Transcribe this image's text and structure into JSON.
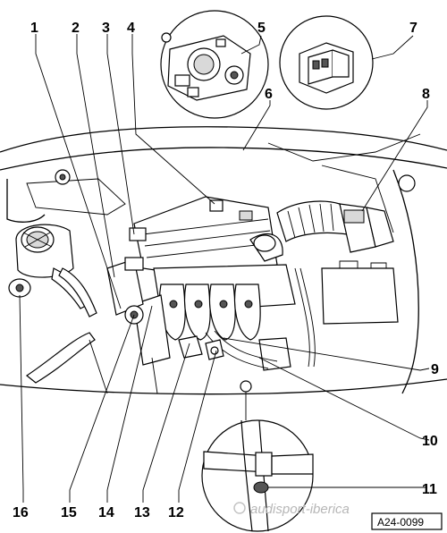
{
  "callouts": [
    "1",
    "2",
    "3",
    "4",
    "5",
    "6",
    "7",
    "8",
    "9",
    "10",
    "11",
    "12",
    "13",
    "14",
    "15",
    "16"
  ],
  "figure_reference": "A24-0099",
  "watermark_text": "audisport-iberica"
}
